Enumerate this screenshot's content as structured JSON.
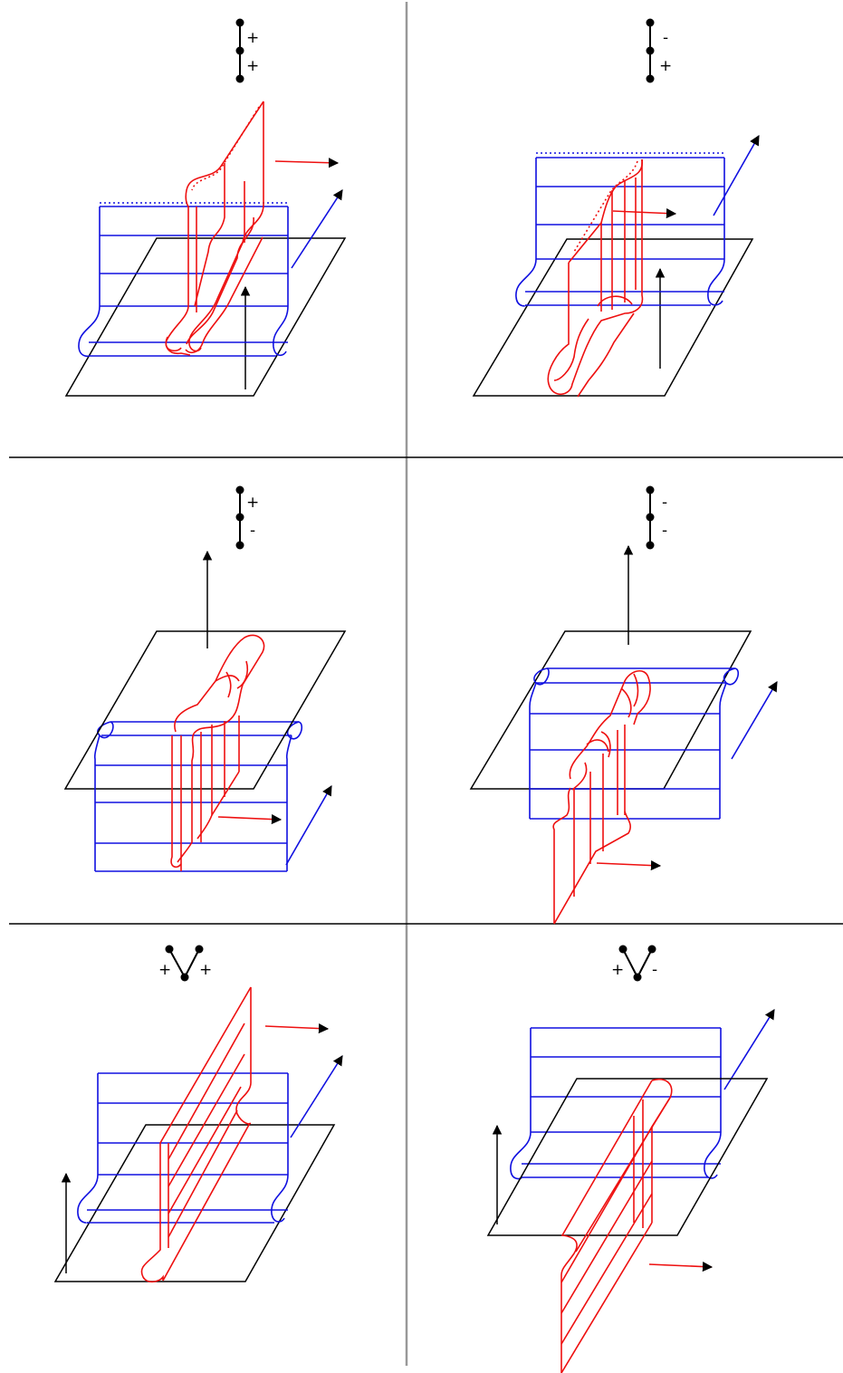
{
  "panels": [
    {
      "name": "panel-top-left",
      "labels": [
        "+",
        "+"
      ]
    },
    {
      "name": "panel-top-right",
      "labels": [
        "-",
        "+"
      ]
    },
    {
      "name": "panel-middle-left",
      "labels": [
        "+",
        "-"
      ]
    },
    {
      "name": "panel-middle-right",
      "labels": [
        "-",
        "-"
      ]
    },
    {
      "name": "panel-bottom-left",
      "labels": [
        "+",
        "+"
      ]
    },
    {
      "name": "panel-bottom-right",
      "labels": [
        "+",
        "-"
      ]
    }
  ],
  "colors": {
    "divider_vertical": "#999999",
    "divider_horizontal": "#000000",
    "surface_blue": "#1010e0",
    "surface_red": "#ee1010",
    "plane_black": "#000000"
  }
}
